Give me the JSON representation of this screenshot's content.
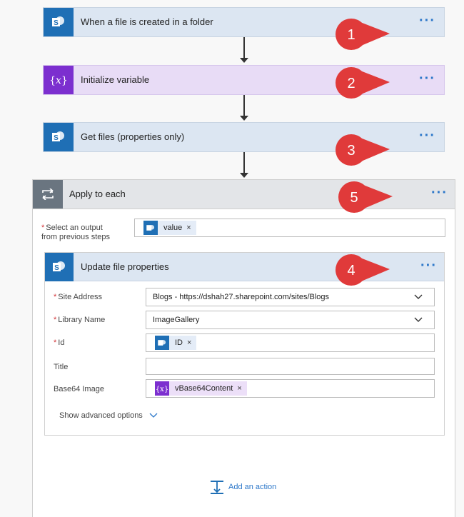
{
  "steps": [
    {
      "title": "When a file is created in a folder",
      "icon": "sharepoint-icon",
      "callout": "1"
    },
    {
      "title": "Initialize variable",
      "icon": "variable-icon",
      "callout": "2"
    },
    {
      "title": "Get files (properties only)",
      "icon": "sharepoint-icon",
      "callout": "3"
    }
  ],
  "more_glyph": "···",
  "apply_each": {
    "title": "Apply to each",
    "callout": "5",
    "select_label_line1": "Select an output",
    "select_label_line2": "from previous steps",
    "token": "value",
    "token_remove": "×"
  },
  "update": {
    "title": "Update file properties",
    "callout": "4",
    "fields": {
      "site_address": {
        "label": "Site Address",
        "required": true,
        "value": "Blogs - https://dshah27.sharepoint.com/sites/Blogs"
      },
      "library_name": {
        "label": "Library Name",
        "required": true,
        "value": "ImageGallery"
      },
      "id": {
        "label": "Id",
        "required": true,
        "token": "ID"
      },
      "title": {
        "label": "Title",
        "required": false,
        "value": ""
      },
      "base64": {
        "label": "Base64 Image",
        "required": false,
        "token": "vBase64Content"
      }
    },
    "advanced": "Show advanced options"
  },
  "required_mark": "*",
  "add_action": "Add an action",
  "colors": {
    "sharepoint": "#1f6fb5",
    "variable": "#7c2fcf",
    "callout": "#e03a3a",
    "link": "#2c77c9"
  }
}
